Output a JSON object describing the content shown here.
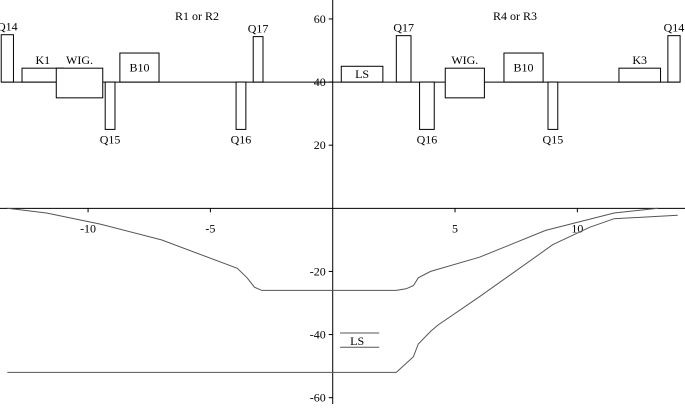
{
  "left_section_title": "R1 or R2",
  "right_section_title": "R4 or R3",
  "chart_data": {
    "type": "line",
    "xlim": [
      -13.6,
      14.4
    ],
    "ylim": [
      -62,
      66
    ],
    "x_ticks": [
      -10,
      -5,
      5,
      10
    ],
    "y_ticks": [
      60,
      40,
      20,
      -20,
      -40,
      -60
    ],
    "series": [
      {
        "points": [
          [
            -13.3,
            0
          ],
          [
            -11.7,
            -1.5
          ],
          [
            -9.5,
            -5
          ],
          [
            -7,
            -10
          ],
          [
            -3.9,
            -19
          ],
          [
            -3.5,
            -22
          ],
          [
            -3.2,
            -25
          ],
          [
            -2.9,
            -26
          ],
          [
            0,
            -26
          ],
          [
            2.6,
            -26
          ],
          [
            3,
            -25.5
          ],
          [
            3.3,
            -24.5
          ],
          [
            3.5,
            -22
          ],
          [
            4,
            -20
          ],
          [
            6,
            -15.5
          ],
          [
            8.7,
            -7
          ],
          [
            11.5,
            -1.5
          ],
          [
            13.3,
            0
          ]
        ]
      },
      {
        "points": [
          [
            -13.3,
            -52
          ],
          [
            0,
            -52
          ],
          [
            2.6,
            -52
          ],
          [
            3.3,
            -47
          ],
          [
            3.5,
            -43
          ],
          [
            4,
            -39
          ],
          [
            4.3,
            -37
          ],
          [
            6,
            -28
          ],
          [
            9,
            -11.5
          ],
          [
            10.5,
            -6
          ],
          [
            11.5,
            -3.3
          ],
          [
            14.1,
            -2.2
          ]
        ]
      },
      {
        "points": [
          [
            0.3,
            -39.5
          ],
          [
            1.9,
            -39.5
          ]
        ]
      },
      {
        "points": [
          [
            0.3,
            -44
          ],
          [
            1.9,
            -44
          ]
        ]
      }
    ],
    "annotations": [
      {
        "text": "LS",
        "x": 1.0,
        "y": -42
      }
    ]
  },
  "elements": [
    {
      "label": "Q14",
      "x0": -13.55,
      "x1": -13.05,
      "top": 55,
      "bottom": 40,
      "label_at": "above"
    },
    {
      "label": "K1",
      "x0": -12.7,
      "x1": -11,
      "top": 44.4,
      "bottom": 40,
      "label_at": "above"
    },
    {
      "label": "WIG.",
      "x0": -11.3,
      "x1": -9.4,
      "top": 44.4,
      "bottom": 35,
      "label_at": "above"
    },
    {
      "label": "Q15",
      "x0": -9.3,
      "x1": -8.9,
      "top": 40,
      "bottom": 25,
      "label_at": "below"
    },
    {
      "label": "B10",
      "x0": -8.7,
      "x1": -7.1,
      "top": 49.2,
      "bottom": 40,
      "label_at": "inside"
    },
    {
      "label": "Q16",
      "x0": -3.95,
      "x1": -3.55,
      "top": 40,
      "bottom": 25,
      "label_at": "below"
    },
    {
      "label": "Q17",
      "x0": -3.25,
      "x1": -2.85,
      "top": 54.4,
      "bottom": 40,
      "label_at": "above"
    },
    {
      "label": "LS",
      "x0": 0.35,
      "x1": 2.05,
      "top": 45,
      "bottom": 40,
      "label_at": "inside"
    },
    {
      "label": "Q17",
      "x0": 2.6,
      "x1": 3.2,
      "top": 54.7,
      "bottom": 40,
      "label_at": "above"
    },
    {
      "label": "Q16",
      "x0": 3.55,
      "x1": 4.15,
      "top": 40,
      "bottom": 25,
      "label_at": "below"
    },
    {
      "label": "WIG.",
      "x0": 4.6,
      "x1": 6.2,
      "top": 44.4,
      "bottom": 35,
      "label_at": "above"
    },
    {
      "label": "B10",
      "x0": 7,
      "x1": 8.6,
      "top": 49.2,
      "bottom": 40,
      "label_at": "inside"
    },
    {
      "label": "Q15",
      "x0": 8.8,
      "x1": 9.2,
      "top": 40,
      "bottom": 25,
      "label_at": "below"
    },
    {
      "label": "K3",
      "x0": 11.7,
      "x1": 13.4,
      "top": 44.4,
      "bottom": 40,
      "label_at": "above"
    },
    {
      "label": "Q14",
      "x0": 13.7,
      "x1": 14.2,
      "top": 54.7,
      "bottom": 40,
      "label_at": "above"
    }
  ]
}
